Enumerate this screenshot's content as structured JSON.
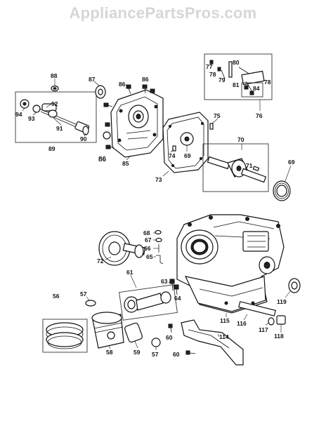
{
  "watermark": "AppliancePartsPros.com",
  "callouts": {
    "c88": "88",
    "c87": "87",
    "c86a": "86",
    "c86b": "86",
    "c86c": "86",
    "c92": "92",
    "c94": "94",
    "c93": "93",
    "c91": "91",
    "c90": "90",
    "c89": "89",
    "c85": "85",
    "c75": "75",
    "c69a": "69",
    "c74": "74",
    "c73": "73",
    "c77": "77",
    "c78a": "78",
    "c79": "79",
    "c80": "80",
    "c81": "81",
    "c84": "84",
    "c78b": "78",
    "c76": "76",
    "c70": "70",
    "c71": "71",
    "c69b": "69",
    "c68": "68",
    "c67": "67",
    "c66": "66",
    "c65": "65",
    "c72": "72",
    "c61": "61",
    "c63": "63",
    "c64": "64",
    "c57a": "57",
    "c56": "56",
    "c58": "58",
    "c59": "59",
    "c57b": "57",
    "c60a": "60",
    "c60b": "60",
    "c114": "114",
    "c115": "115",
    "c116": "116",
    "c117": "117",
    "c118": "118",
    "c119": "119"
  }
}
